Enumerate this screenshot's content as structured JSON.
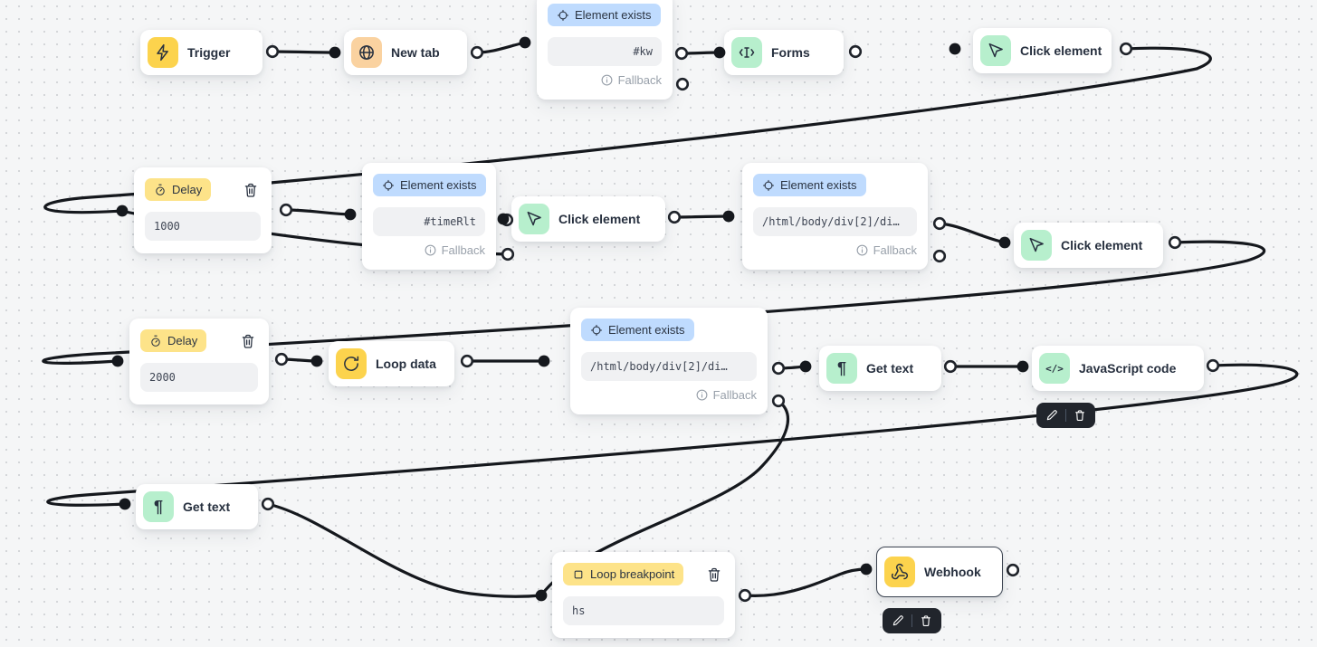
{
  "nodes": {
    "trigger": {
      "label": "Trigger"
    },
    "new_tab": {
      "label": "New tab"
    },
    "element_exists_1": {
      "badge": "Element exists",
      "value": "#kw",
      "fallback_label": "Fallback"
    },
    "forms": {
      "label": "Forms"
    },
    "click_element_1": {
      "label": "Click element"
    },
    "delay_1": {
      "badge": "Delay",
      "value": "1000"
    },
    "element_exists_2": {
      "badge": "Element exists",
      "value": "#timeRlt",
      "fallback_label": "Fallback"
    },
    "click_element_2": {
      "label": "Click element"
    },
    "element_exists_3": {
      "badge": "Element exists",
      "value": "/html/body/div[2]/di…",
      "fallback_label": "Fallback"
    },
    "click_element_3": {
      "label": "Click element"
    },
    "delay_2": {
      "badge": "Delay",
      "value": "2000"
    },
    "loop_data": {
      "label": "Loop data"
    },
    "element_exists_4": {
      "badge": "Element exists",
      "value": "/html/body/div[2]/di…",
      "fallback_label": "Fallback"
    },
    "get_text_1": {
      "label": "Get text"
    },
    "javascript_code": {
      "label": "JavaScript code"
    },
    "get_text_2": {
      "label": "Get text"
    },
    "loop_breakpoint": {
      "badge": "Loop breakpoint",
      "value": "hs"
    },
    "webhook": {
      "label": "Webhook"
    }
  },
  "colors": {
    "edge": "#15181d",
    "icon_green": "#b7efcd",
    "icon_yellow": "#fcd34d",
    "icon_orange": "#fad2a0",
    "badge_blue": "#bfdbfe",
    "badge_yellow": "#fde389",
    "toolbar_bg": "#21252c",
    "canvas_bg": "#f5f6f7"
  }
}
